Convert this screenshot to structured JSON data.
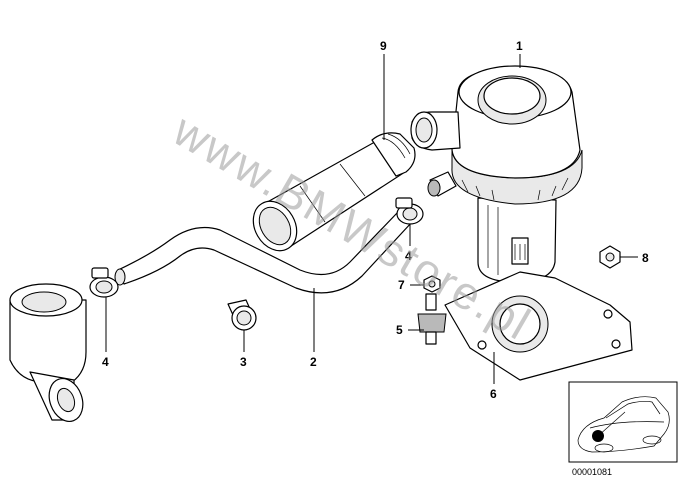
{
  "diagram": {
    "labels": [
      {
        "id": "1",
        "text": "1"
      },
      {
        "id": "2",
        "text": "2"
      },
      {
        "id": "3",
        "text": "3"
      },
      {
        "id": "4a",
        "text": "4"
      },
      {
        "id": "4b",
        "text": "4"
      },
      {
        "id": "5",
        "text": "5"
      },
      {
        "id": "6",
        "text": "6"
      },
      {
        "id": "7",
        "text": "7"
      },
      {
        "id": "8",
        "text": "8"
      },
      {
        "id": "9",
        "text": "9"
      }
    ],
    "watermark": "www.BMWstore.pl",
    "inset_code": "00001081"
  }
}
